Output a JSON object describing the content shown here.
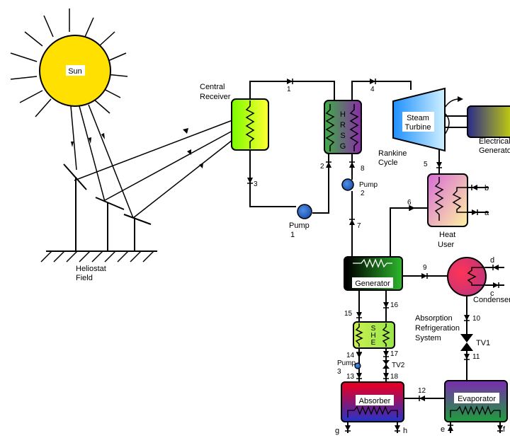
{
  "labels": {
    "sun": "Sun",
    "central_receiver_1": "Central",
    "central_receiver_2": "Receiver",
    "heliostat_1": "Heliostat",
    "heliostat_2": "Field",
    "hrsg": [
      "H",
      "R",
      "S",
      "G"
    ],
    "steam_turbine_1": "Steam",
    "steam_turbine_2": "Turbine",
    "generator_elec_1": "Electrical",
    "generator_elec_2": "Generator",
    "rankine_1": "Rankine",
    "rankine_2": "Cycle",
    "pump_main_1": "Pump",
    "pump_main_2": "1",
    "pump2_1": "Pump",
    "pump2_2": "2",
    "pump3_1": "Pump",
    "pump3_2": "3",
    "heat_user_1": "Heat",
    "heat_user_2": "User",
    "generator": "Generator",
    "condenser": "Condenser",
    "absorption_1": "Absorption",
    "absorption_2": "Refrigeration",
    "absorption_3": "System",
    "she": [
      "S",
      "H",
      "E"
    ],
    "absorber": "Absorber",
    "evaporator": "Evaporator",
    "tv1": "TV1",
    "tv2": "TV2",
    "port_a": "a",
    "port_b": "b",
    "port_c": "c",
    "port_d": "d",
    "port_e": "e",
    "port_f": "f",
    "port_g": "g",
    "port_h": "h"
  },
  "state_points": [
    "1",
    "2",
    "3",
    "4",
    "5",
    "6",
    "7",
    "8",
    "9",
    "10",
    "11",
    "12",
    "13",
    "14",
    "15",
    "16",
    "17",
    "18"
  ],
  "colors": {
    "sun_fill": "#FFE000",
    "receiver_from": "#7CFC00",
    "receiver_to": "#FFFF33",
    "hrsg_from": "#3CB043",
    "hrsg_to": "#8B2BA8",
    "turbine_from": "#1E90FF",
    "turbine_to": "#D0F0FF",
    "gen_elec_from": "#2A2A8A",
    "gen_elec_to": "#D4E000",
    "heat_user_from": "#D86BD8",
    "heat_user_to": "#FFF3A0",
    "generator_from": "#000000",
    "generator_to": "#2DB82D",
    "condenser_from": "#FF3355",
    "condenser_to": "#C0357A",
    "she_from": "#C8F050",
    "she_to": "#9AE64A",
    "absorber_from": "#E0002A",
    "absorber_to": "#2233CC",
    "evaporator_from": "#7A2BB0",
    "evaporator_to": "#1D9E3B",
    "pump": "#1F66C9"
  }
}
